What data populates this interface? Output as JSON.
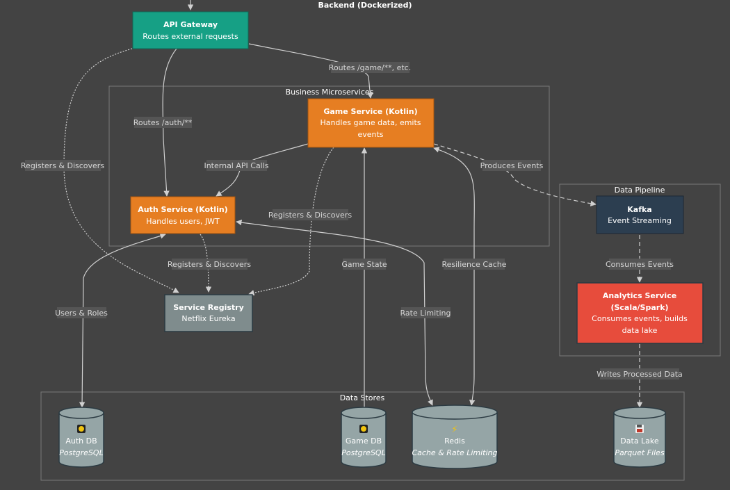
{
  "title": "Backend (Dockerized)",
  "clusters": {
    "business": "Business Microservices",
    "pipeline": "Data Pipeline",
    "stores": "Data Stores"
  },
  "nodes": {
    "gateway": {
      "title": "API Gateway",
      "sub1": "Routes external requests"
    },
    "game": {
      "title": "Game Service (Kotlin)",
      "sub1": "Handles game data, emits",
      "sub2": "events"
    },
    "auth": {
      "title": "Auth Service (Kotlin)",
      "sub1": "Handles users, JWT"
    },
    "registry": {
      "title": "Service Registry",
      "sub1": "Netflix Eureka"
    },
    "kafka": {
      "title": "Kafka",
      "sub1": "Event Streaming"
    },
    "analytics": {
      "title": "Analytics Service",
      "sub1": "(Scala/Spark)",
      "sub2": "Consumes events, builds",
      "sub3": "data lake"
    }
  },
  "stores": {
    "authdb": {
      "icon": "database-icon",
      "title": "Auth DB",
      "sub": "PostgreSQL"
    },
    "gamedb": {
      "icon": "database-icon",
      "title": "Game DB",
      "sub": "PostgreSQL"
    },
    "redis": {
      "icon": "lightning-icon",
      "glyph": "⚡",
      "title": "Redis",
      "sub": "Cache & Rate Limiting"
    },
    "datalake": {
      "icon": "floppy-disk-icon",
      "title": "Data Lake",
      "sub": "Parquet Files"
    }
  },
  "edges": {
    "routes_game": "Routes /game/**, etc.",
    "routes_auth": "Routes /auth/**",
    "reg_gateway": "Registers & Discovers",
    "internal": "Internal API Calls",
    "produces": "Produces Events",
    "reg_game": "Registers & Discovers",
    "reg_auth": "Registers & Discovers",
    "game_state": "Game State",
    "resilience": "Resilience Cache",
    "consumes": "Consumes Events",
    "users_roles": "Users & Roles",
    "rate_limiting": "Rate Limiting",
    "writes": "Writes Processed Data"
  },
  "colors": {
    "background": "#434343",
    "gateway": "#16a085",
    "service": "#e67e22",
    "registry": "#7f8c8d",
    "kafka": "#2c3e50",
    "analytics": "#e74c3c",
    "store": "#95a5a6"
  }
}
